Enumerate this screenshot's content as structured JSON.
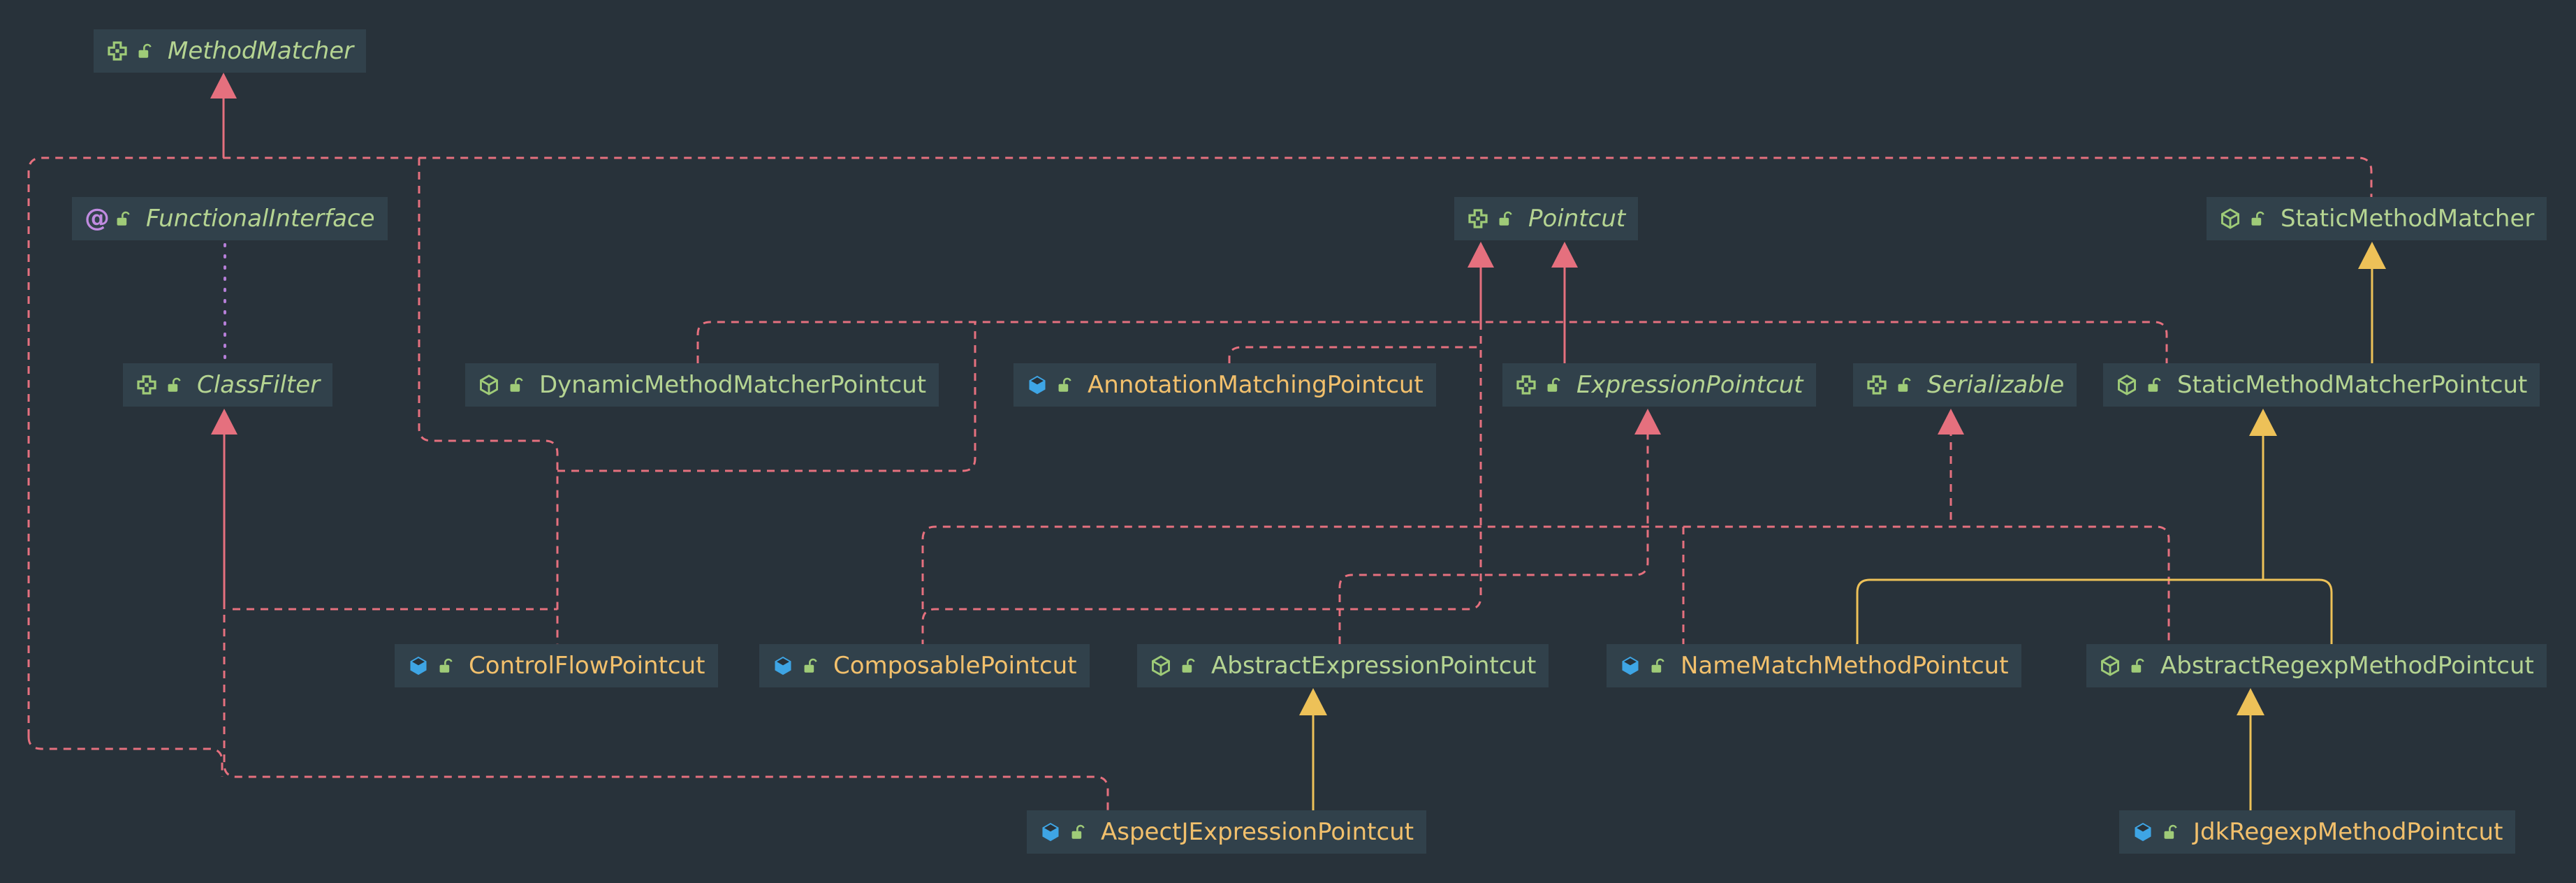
{
  "diagram": {
    "kind": "uml-class-diagram",
    "theme": {
      "background": "#28323a",
      "node_background": "#31414b",
      "interface_text": "#b5d492",
      "class_text": "#f2c06c",
      "realization_edge": "#e5707e",
      "extends_edge": "#edc158",
      "annotation_edge": "#b67fd8",
      "class_icon_blue": "#3ea5e5",
      "icon_green": "#9fcb78"
    },
    "nodes": [
      {
        "label": "MethodMatcher",
        "kind": "interface"
      },
      {
        "label": "FunctionalInterface",
        "kind": "annotation"
      },
      {
        "label": "Pointcut",
        "kind": "interface"
      },
      {
        "label": "StaticMethodMatcher",
        "kind": "abstract-class"
      },
      {
        "label": "ClassFilter",
        "kind": "interface"
      },
      {
        "label": "DynamicMethodMatcherPointcut",
        "kind": "abstract-class"
      },
      {
        "label": "AnnotationMatchingPointcut",
        "kind": "class"
      },
      {
        "label": "ExpressionPointcut",
        "kind": "interface"
      },
      {
        "label": "Serializable",
        "kind": "interface"
      },
      {
        "label": "StaticMethodMatcherPointcut",
        "kind": "abstract-class"
      },
      {
        "label": "ControlFlowPointcut",
        "kind": "class"
      },
      {
        "label": "ComposablePointcut",
        "kind": "class"
      },
      {
        "label": "AbstractExpressionPointcut",
        "kind": "abstract-class"
      },
      {
        "label": "NameMatchMethodPointcut",
        "kind": "class"
      },
      {
        "label": "AbstractRegexpMethodPointcut",
        "kind": "abstract-class"
      },
      {
        "label": "AspectJExpressionPointcut",
        "kind": "class"
      },
      {
        "label": "JdkRegexpMethodPointcut",
        "kind": "class"
      }
    ],
    "relationships": [
      {
        "from": "ClassFilter",
        "to": "FunctionalInterface",
        "type": "annotated-with"
      },
      {
        "from": "StaticMethodMatcher",
        "to": "MethodMatcher",
        "type": "implements"
      },
      {
        "from": "ControlFlowPointcut",
        "to": "MethodMatcher",
        "type": "implements"
      },
      {
        "from": "ControlFlowPointcut",
        "to": "ClassFilter",
        "type": "implements"
      },
      {
        "from": "ControlFlowPointcut",
        "to": "Pointcut",
        "type": "implements"
      },
      {
        "from": "AspectJExpressionPointcut",
        "to": "MethodMatcher",
        "type": "implements"
      },
      {
        "from": "AspectJExpressionPointcut",
        "to": "ClassFilter",
        "type": "implements"
      },
      {
        "from": "DynamicMethodMatcherPointcut",
        "to": "Pointcut",
        "type": "implements"
      },
      {
        "from": "AnnotationMatchingPointcut",
        "to": "Pointcut",
        "type": "implements"
      },
      {
        "from": "StaticMethodMatcherPointcut",
        "to": "Pointcut",
        "type": "implements"
      },
      {
        "from": "ComposablePointcut",
        "to": "Pointcut",
        "type": "implements"
      },
      {
        "from": "ComposablePointcut",
        "to": "Serializable",
        "type": "implements"
      },
      {
        "from": "NameMatchMethodPointcut",
        "to": "Serializable",
        "type": "implements"
      },
      {
        "from": "AbstractRegexpMethodPointcut",
        "to": "Serializable",
        "type": "implements"
      },
      {
        "from": "AbstractExpressionPointcut",
        "to": "ExpressionPointcut",
        "type": "implements"
      },
      {
        "from": "ExpressionPointcut",
        "to": "Pointcut",
        "type": "extends"
      },
      {
        "from": "StaticMethodMatcherPointcut",
        "to": "StaticMethodMatcher",
        "type": "extends"
      },
      {
        "from": "NameMatchMethodPointcut",
        "to": "StaticMethodMatcherPointcut",
        "type": "extends"
      },
      {
        "from": "AbstractRegexpMethodPointcut",
        "to": "StaticMethodMatcherPointcut",
        "type": "extends"
      },
      {
        "from": "AspectJExpressionPointcut",
        "to": "AbstractExpressionPointcut",
        "type": "extends"
      },
      {
        "from": "JdkRegexpMethodPointcut",
        "to": "AbstractRegexpMethodPointcut",
        "type": "extends"
      }
    ]
  }
}
